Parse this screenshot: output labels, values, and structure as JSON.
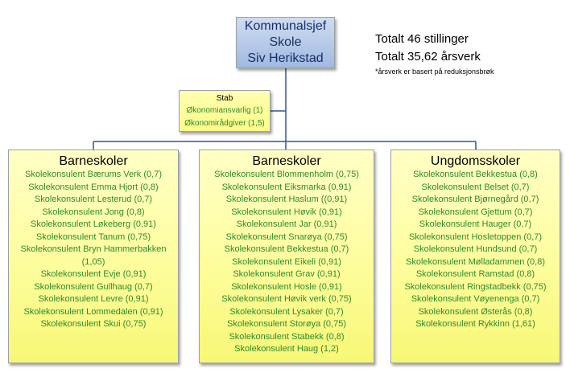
{
  "top": {
    "lines": [
      "Kommunalsjef",
      "Skole",
      "Siv Herikstad"
    ]
  },
  "summary": {
    "line1": "Totalt 46 stillinger",
    "line2": "Totalt 35,62 årsverk",
    "note": "*årsverk er basert på reduksjonsbrøk"
  },
  "stab": {
    "title": "Stab",
    "items": [
      "Økonomiansvarlig (1)",
      "Økonomirådgiver (1,5)"
    ]
  },
  "columns": [
    {
      "title": "Barneskoler",
      "items": [
        "Skolekonsulent Bærums Verk (0,7)",
        "Skolekonsulent Emma Hjort (0,8)",
        "Skolekonsulent Lesterud (0,7)",
        "Skolekonsulent Jong (0,8)",
        "Skolekonsulent Løkeberg (0,91)",
        "Skolekonsulent Tanum (0,75)",
        "Skolekonsulent Bryn Hammerbakken",
        "(1,05)",
        "Skolekonsulent Evje (0,91)",
        "Skolekonsulent Gullhaug (0,7)",
        "Skolekonsulent Levre (0,91)",
        "Skolekonsulent Lommedalen (0,91)",
        "Skolekonsulent Skui (0,75)"
      ]
    },
    {
      "title": "Barneskoler",
      "items": [
        "Skolekonsulent Blommenholm (0,75)",
        "Skolekonsulent Eiksmarka (0,91)",
        "Skolekonsulent Haslum ((0,91)",
        "Skolekonsulent Høvik (0,91)",
        "Skolekonsulent Jar (0,91)",
        "Skolekonsulent Snarøya (0,75)",
        "Skolekonsulent Bekkestua (0,7)",
        "Skolekonsulent Eikeli (0,91)",
        "Skolekonsulent Grav (0,91)",
        "Skolekonsulent Hosle (0,91)",
        "Skolekonsulent Høvik verk (0,75)",
        "Skolekonsulent Lysaker (0,7)",
        "Skolekonsulent Storøya (0,75)",
        "Skolekonsulent Stabekk (0,8)",
        "Skolekonsulent Haug (1,2)"
      ]
    },
    {
      "title": "Ungdomsskoler",
      "items": [
        "Skolekonsulent Bekkestua (0,8)",
        "Skolekonsulent Belset (0,7)",
        "Skolekonsulent Bjørnegård (0,7)",
        "Skolekonsulent Gjettum (0,7)",
        "Skolekonsulent Hauger (0,7)",
        "Skolekonsulent Hosletoppen (0,7)",
        "Skolekonsulent Hundsund (0,7)",
        "Skolekonsulent Mølladammen (0,8)",
        "Skolekonsulent Ramstad (0,8)",
        "Skolekonsulent Ringstadbekk (0,75)",
        "Skolekonsulent Vøyenenga (0,7)",
        "Skolekonsulent Østerås (0,8)",
        "Skolekonsulent Rykkinn (1,61)"
      ]
    }
  ],
  "colors": {
    "connector": "#2f5597",
    "item_text": "#2e8b2e",
    "top_text": "#1a2d6b"
  }
}
